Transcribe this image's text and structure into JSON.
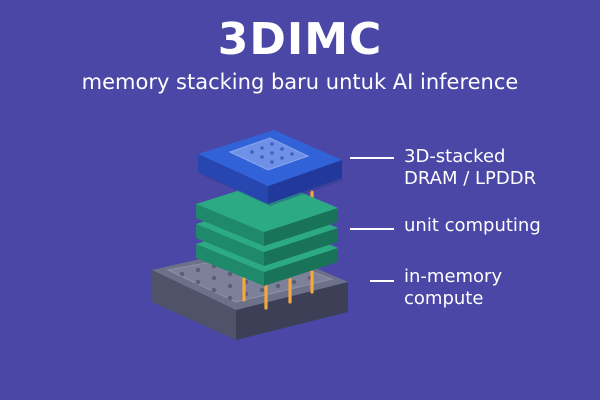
{
  "header": {
    "title": "3DIMC",
    "subtitle": "memory stacking baru untuk AI inference"
  },
  "diagram": {
    "layers": [
      {
        "id": "dram",
        "label_line1": "3D-stacked",
        "label_line2": "DRAM / LPDDR",
        "color": "#2F56C8"
      },
      {
        "id": "compute",
        "label_line1": "unit computing",
        "label_line2": "",
        "color": "#249B78"
      },
      {
        "id": "imc",
        "label_line1": "in-memory",
        "label_line2": "compute",
        "color": "#5C5F78"
      }
    ],
    "tsv_color": "#F2A93B"
  }
}
